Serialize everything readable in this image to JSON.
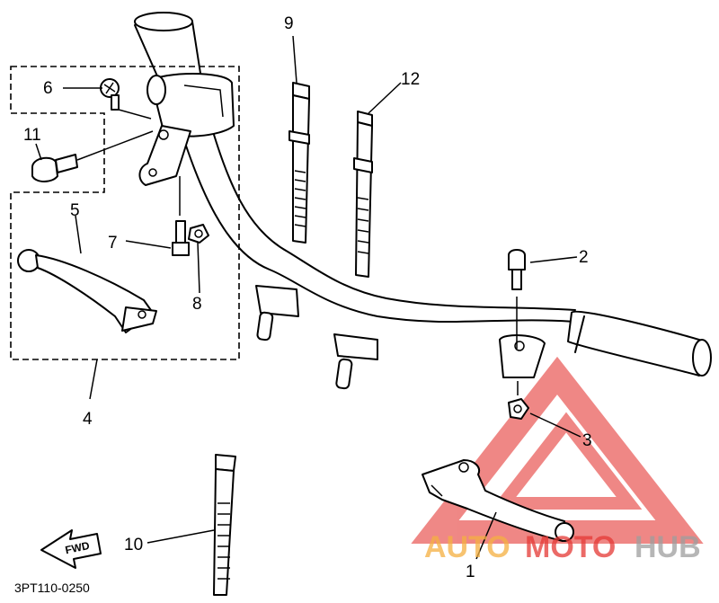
{
  "diagram": {
    "callouts": [
      "1",
      "2",
      "3",
      "4",
      "5",
      "6",
      "7",
      "8",
      "9",
      "10",
      "11",
      "12"
    ],
    "drawing_code": "3PT110-0250",
    "fwd_label": "FWD"
  },
  "watermark": {
    "word_1": "AUTO",
    "word_2": "MOTO",
    "word_3": "HUB",
    "colors": {
      "orange": "#f5b041",
      "red": "#e53935",
      "gray": "#9e9e9e"
    }
  }
}
